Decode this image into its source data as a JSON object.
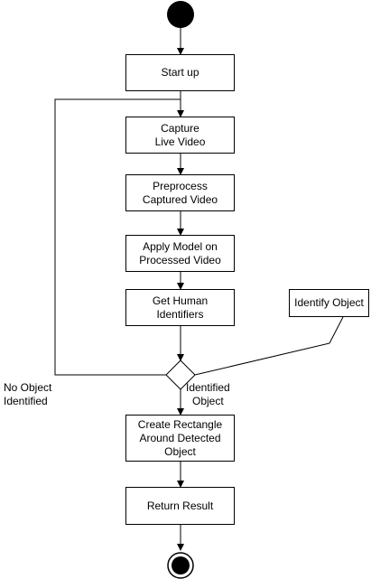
{
  "nodes": {
    "start_up": "Start up",
    "capture": "Capture\nLive Video",
    "preprocess": "Preprocess\nCaptured Video",
    "apply_model": "Apply Model on\nProcessed Video",
    "get_human": "Get Human\nIdentifiers",
    "create_rect": "Create Rectangle\nAround Detected\nObject",
    "return_result": "Return Result"
  },
  "note": "Identify Object",
  "labels": {
    "no_object": "No Object\nIdentified",
    "identified": "Identified\nObject"
  }
}
